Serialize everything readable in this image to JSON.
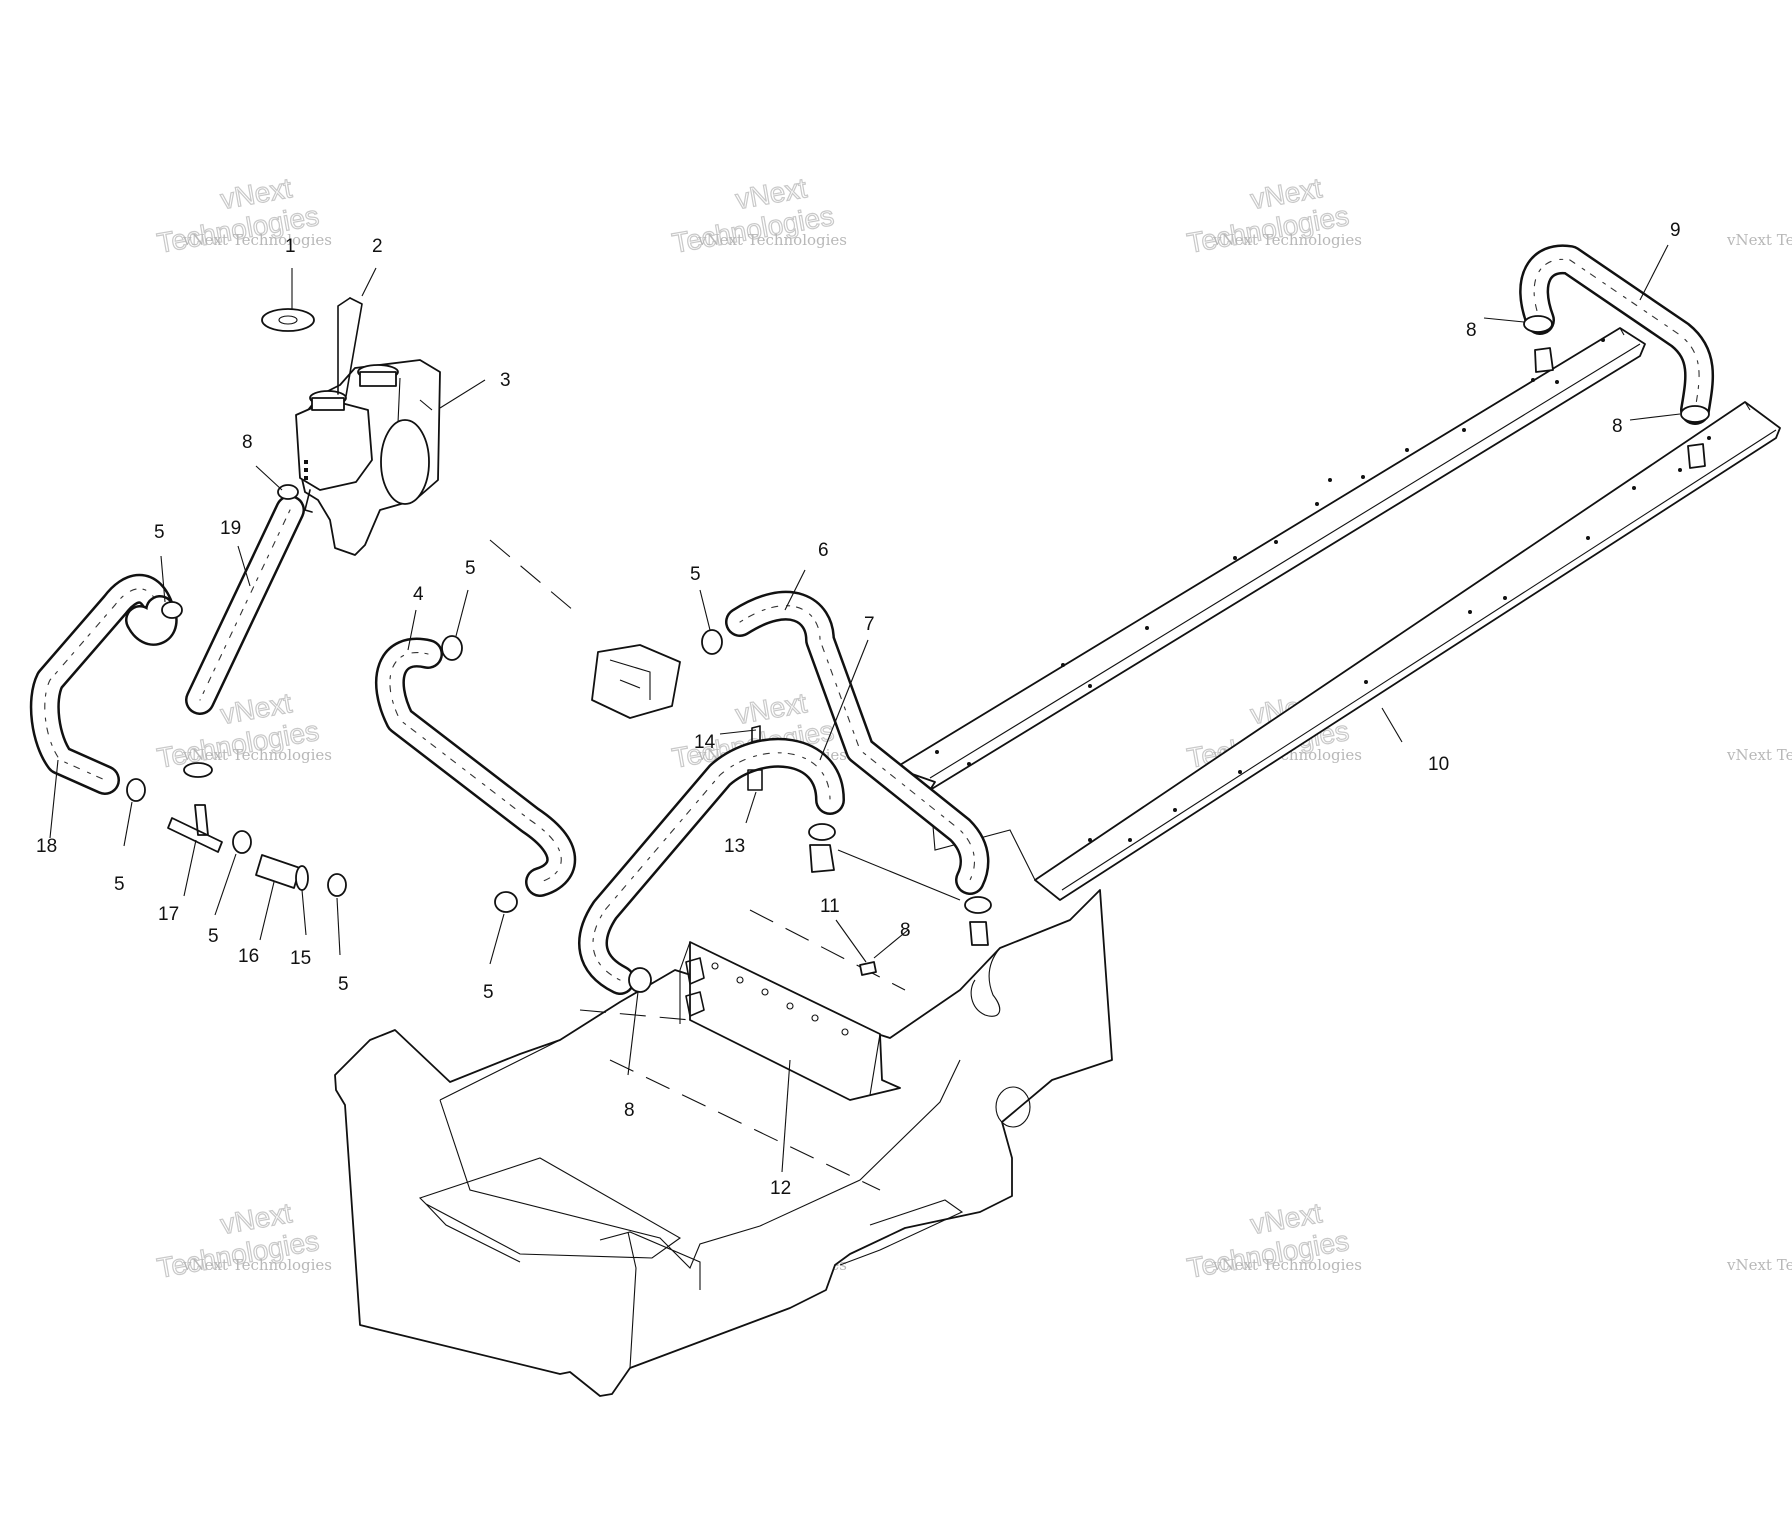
{
  "watermark": {
    "small_text": "vNext Technologies",
    "big_top": "vNext",
    "big_bottom": "Technologies"
  },
  "callouts": [
    {
      "id": "c1",
      "text": "1"
    },
    {
      "id": "c2",
      "text": "2"
    },
    {
      "id": "c3",
      "text": "3"
    },
    {
      "id": "c8a",
      "text": "8"
    },
    {
      "id": "c5a",
      "text": "5"
    },
    {
      "id": "c19",
      "text": "19"
    },
    {
      "id": "c18",
      "text": "18"
    },
    {
      "id": "c5b",
      "text": "5"
    },
    {
      "id": "c17",
      "text": "17"
    },
    {
      "id": "c5c",
      "text": "5"
    },
    {
      "id": "c16",
      "text": "16"
    },
    {
      "id": "c15",
      "text": "15"
    },
    {
      "id": "c5d",
      "text": "5"
    },
    {
      "id": "c4",
      "text": "4"
    },
    {
      "id": "c5e",
      "text": "5"
    },
    {
      "id": "c5f",
      "text": "5"
    },
    {
      "id": "c5g",
      "text": "5"
    },
    {
      "id": "c6",
      "text": "6"
    },
    {
      "id": "c7",
      "text": "7"
    },
    {
      "id": "c14",
      "text": "14"
    },
    {
      "id": "c13",
      "text": "13"
    },
    {
      "id": "c11",
      "text": "11"
    },
    {
      "id": "c8b",
      "text": "8"
    },
    {
      "id": "c8c",
      "text": "8"
    },
    {
      "id": "c12",
      "text": "12"
    },
    {
      "id": "c9",
      "text": "9"
    },
    {
      "id": "c8d",
      "text": "8"
    },
    {
      "id": "c8e",
      "text": "8"
    },
    {
      "id": "c10",
      "text": "10"
    }
  ]
}
